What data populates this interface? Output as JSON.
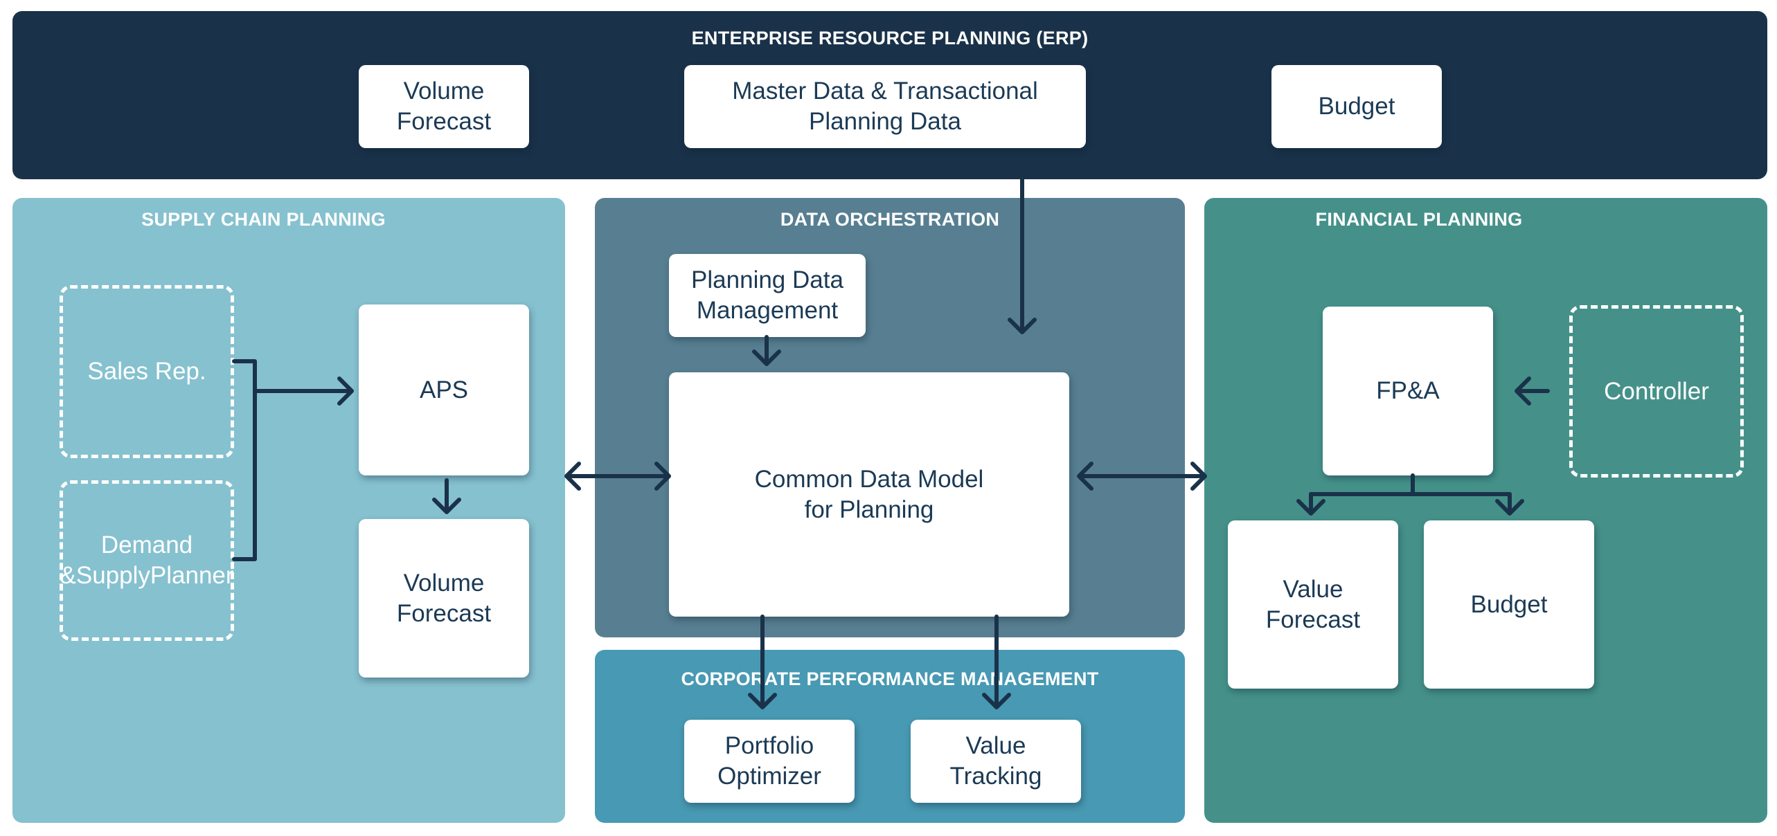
{
  "colors": {
    "erp_bg": "#1a3249",
    "supply_chain_bg": "#86c1cf",
    "data_orchestration_bg": "#577f91",
    "financial_bg": "#45918a",
    "cpm_bg": "#4899b3",
    "box_bg": "#ffffff",
    "box_text": "#1b3a55",
    "arrow": "#1a3249"
  },
  "erp": {
    "title": "ENTERPRISE RESOURCE PLANNING (ERP)",
    "volume_forecast": [
      "Volume",
      "Forecast"
    ],
    "master_data": [
      "Master Data & Transactional",
      "Planning Data"
    ],
    "budget": "Budget"
  },
  "supply_chain": {
    "title": "SUPPLY CHAIN PLANNING",
    "sales_rep": "Sales Rep.",
    "demand_supply_planner": [
      "Demand &",
      "Supply",
      "Planner"
    ],
    "aps": "APS",
    "volume_forecast": [
      "Volume",
      "Forecast"
    ]
  },
  "data_orchestration": {
    "title": "DATA ORCHESTRATION",
    "planning_data_management": [
      "Planning Data",
      "Management"
    ],
    "common_data_model": [
      "Common Data Model",
      "for Planning"
    ]
  },
  "cpm": {
    "title": "CORPORATE PERFORMANCE MANAGEMENT",
    "portfolio_optimizer": [
      "Portfolio",
      "Optimizer"
    ],
    "value_tracking": [
      "Value",
      "Tracking"
    ]
  },
  "financial": {
    "title": "FINANCIAL PLANNING",
    "fpa": "FP&A",
    "controller": "Controller",
    "value_forecast": [
      "Value",
      "Forecast"
    ],
    "budget": "Budget"
  }
}
